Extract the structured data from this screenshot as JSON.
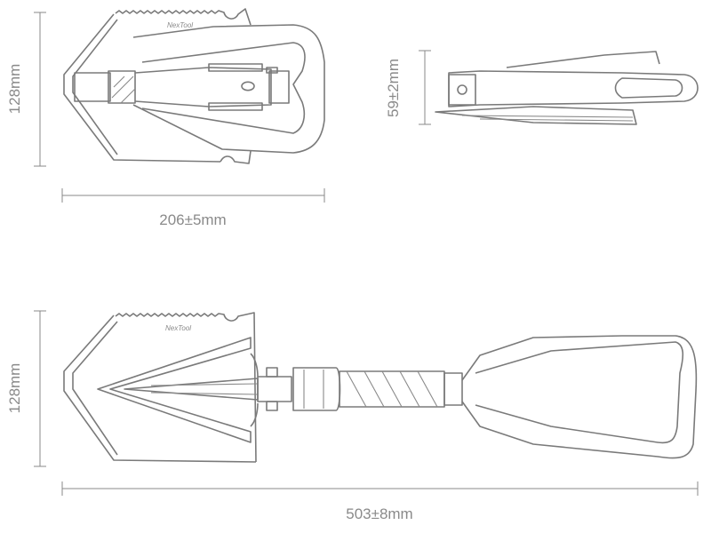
{
  "brand": "NexTool",
  "folded_view": {
    "height_label": "128mm",
    "width_label": "206±5mm"
  },
  "side_view": {
    "thickness_label": "59±2mm"
  },
  "unfolded_view": {
    "height_label": "128mm",
    "length_label": "503±8mm"
  },
  "colors": {
    "line": "#7a7a7a",
    "text": "#8a8a8a",
    "background": "#ffffff"
  }
}
